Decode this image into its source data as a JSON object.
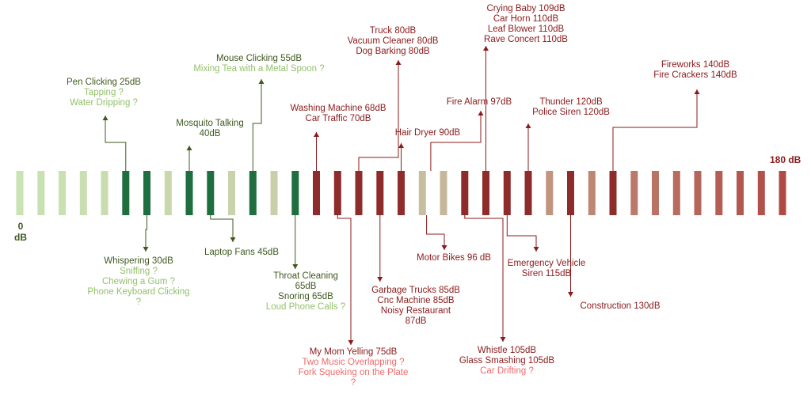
{
  "scale": {
    "start_label": [
      "0",
      "dB"
    ],
    "end_label": "180 dB",
    "min_db": 0,
    "max_db": 180
  },
  "colors": {
    "green_dark": "#1f6e3f",
    "green_text": "#3d5a1e",
    "green_light_text": "#93c16a",
    "red_dark": "#8e2b2b",
    "red_text": "#8b1a1a",
    "red_light_text": "#ef6b6b",
    "bar_start": "#c9e3b3",
    "bar_end": "#b04a44"
  },
  "annotations": [
    {
      "id": "pen-clicking",
      "db": 25,
      "lines": [
        {
          "text": "Pen Clicking 25dB",
          "tone": "primary"
        },
        {
          "text": "Tapping ?",
          "tone": "light"
        },
        {
          "text": "Water Dripping ?",
          "tone": "light"
        }
      ],
      "color": "green"
    },
    {
      "id": "whispering",
      "db": 30,
      "lines": [
        {
          "text": "Whispering 30dB",
          "tone": "primary"
        },
        {
          "text": "Sniffing ?",
          "tone": "light"
        },
        {
          "text": "Chewing a Gum ?",
          "tone": "light"
        },
        {
          "text": "Phone Keyboard Clicking",
          "tone": "light"
        },
        {
          "text": "?",
          "tone": "light"
        }
      ],
      "color": "green"
    },
    {
      "id": "mosquito",
      "db": 40,
      "lines": [
        {
          "text": "Mosquito Talking",
          "tone": "primary"
        },
        {
          "text": "40dB",
          "tone": "primary"
        }
      ],
      "color": "green"
    },
    {
      "id": "laptop-fans",
      "db": 45,
      "lines": [
        {
          "text": "Laptop Fans 45dB",
          "tone": "primary"
        }
      ],
      "color": "green"
    },
    {
      "id": "mouse-clicking",
      "db": 55,
      "lines": [
        {
          "text": "Mouse Clicking 55dB",
          "tone": "primary"
        },
        {
          "text": "Mixing Tea with a Metal Spoon ?",
          "tone": "light"
        }
      ],
      "color": "green"
    },
    {
      "id": "throat-cleaning",
      "db": 65,
      "lines": [
        {
          "text": "Throat Cleaning",
          "tone": "primary"
        },
        {
          "text": "65dB",
          "tone": "primary"
        },
        {
          "text": "Snoring 65dB",
          "tone": "primary"
        },
        {
          "text": "Loud Phone Calls ?",
          "tone": "light"
        }
      ],
      "color": "green"
    },
    {
      "id": "washing-machine",
      "db": 70,
      "lines": [
        {
          "text": "Washing Machine 68dB",
          "tone": "primary"
        },
        {
          "text": "Car Traffic 70dB",
          "tone": "primary"
        }
      ],
      "color": "red"
    },
    {
      "id": "mom-yelling",
      "db": 75,
      "lines": [
        {
          "text": "My Mom Yelling 75dB",
          "tone": "primary"
        },
        {
          "text": "Two Music Overlapping ?",
          "tone": "light"
        },
        {
          "text": "Fork Squeking on the Plate",
          "tone": "light"
        },
        {
          "text": "?",
          "tone": "light"
        }
      ],
      "color": "red"
    },
    {
      "id": "truck",
      "db": 80,
      "lines": [
        {
          "text": "Truck 80dB",
          "tone": "primary"
        },
        {
          "text": "Vacuum Cleaner 80dB",
          "tone": "primary"
        },
        {
          "text": "Dog Barking 80dB",
          "tone": "primary"
        }
      ],
      "color": "red"
    },
    {
      "id": "garbage-trucks",
      "db": 85,
      "lines": [
        {
          "text": "Garbage Trucks 85dB",
          "tone": "primary"
        },
        {
          "text": "Cnc Machine 85dB",
          "tone": "primary"
        },
        {
          "text": "Noisy Restaurant",
          "tone": "primary"
        },
        {
          "text": "87dB",
          "tone": "primary"
        }
      ],
      "color": "red"
    },
    {
      "id": "hair-dryer",
      "db": 90,
      "lines": [
        {
          "text": "Hair Dryer 90dB",
          "tone": "primary"
        }
      ],
      "color": "red"
    },
    {
      "id": "motor-bikes",
      "db": 96,
      "lines": [
        {
          "text": "Motor Bikes 96 dB",
          "tone": "primary"
        }
      ],
      "color": "red"
    },
    {
      "id": "fire-alarm",
      "db": 97,
      "lines": [
        {
          "text": "Fire Alarm 97dB",
          "tone": "primary"
        }
      ],
      "color": "red"
    },
    {
      "id": "whistle",
      "db": 105,
      "lines": [
        {
          "text": "Whistle 105dB",
          "tone": "primary"
        },
        {
          "text": "Glass Smashing 105dB",
          "tone": "primary"
        },
        {
          "text": "Car Drifting ?",
          "tone": "light"
        }
      ],
      "color": "red"
    },
    {
      "id": "crying-baby",
      "db": 110,
      "lines": [
        {
          "text": "Crying Baby 109dB",
          "tone": "primary"
        },
        {
          "text": "Car Horn 110dB",
          "tone": "primary"
        },
        {
          "text": "Leaf Blower 110dB",
          "tone": "primary"
        },
        {
          "text": "Rave Concert 110dB",
          "tone": "primary"
        }
      ],
      "color": "red"
    },
    {
      "id": "emergency-vehicle",
      "db": 115,
      "lines": [
        {
          "text": "Emergency Vehicle",
          "tone": "primary"
        },
        {
          "text": "Siren 115dB",
          "tone": "primary"
        }
      ],
      "color": "red"
    },
    {
      "id": "thunder",
      "db": 120,
      "lines": [
        {
          "text": "Thunder 120dB",
          "tone": "primary"
        },
        {
          "text": "Police Siren 120dB",
          "tone": "primary"
        }
      ],
      "color": "red"
    },
    {
      "id": "construction",
      "db": 130,
      "lines": [
        {
          "text": "Construction 130dB",
          "tone": "primary"
        }
      ],
      "color": "red"
    },
    {
      "id": "fireworks",
      "db": 140,
      "lines": [
        {
          "text": "Fireworks 140dB",
          "tone": "primary"
        },
        {
          "text": "Fire Crackers 140dB",
          "tone": "primary"
        }
      ],
      "color": "red"
    }
  ]
}
